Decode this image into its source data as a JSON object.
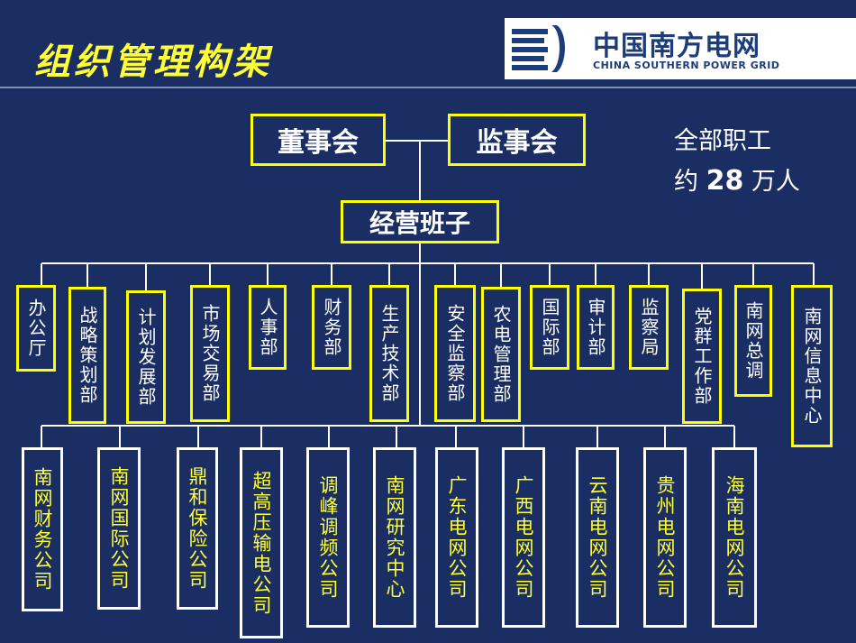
{
  "title": "组织管理构架",
  "logo": {
    "cn": "中国南方电网",
    "en": "CHINA SOUTHERN POWER GRID"
  },
  "top": {
    "board": "董事会",
    "supervisory": "监事会",
    "management": "经营班子"
  },
  "staff": {
    "line1": "全部职工",
    "prefix": "约",
    "number": "28",
    "suffix": "万人"
  },
  "departments": [
    "办公厅",
    "战略策划部",
    "计划发展部",
    "市场交易部",
    "人事部",
    "财务部",
    "生产技术部",
    "安全监察部",
    "农电管理部",
    "国际部",
    "审计部",
    "监察局",
    "党群工作部",
    "南网总调",
    "南网信息中心"
  ],
  "subsidiaries": [
    "南网财务公司",
    "南网国际公司",
    "鼎和保险公司",
    "超高压输电公司",
    "调峰调频公司",
    "南网研究中心",
    "广东电网公司",
    "广西电网公司",
    "云南电网公司",
    "贵州电网公司",
    "海南电网公司"
  ]
}
